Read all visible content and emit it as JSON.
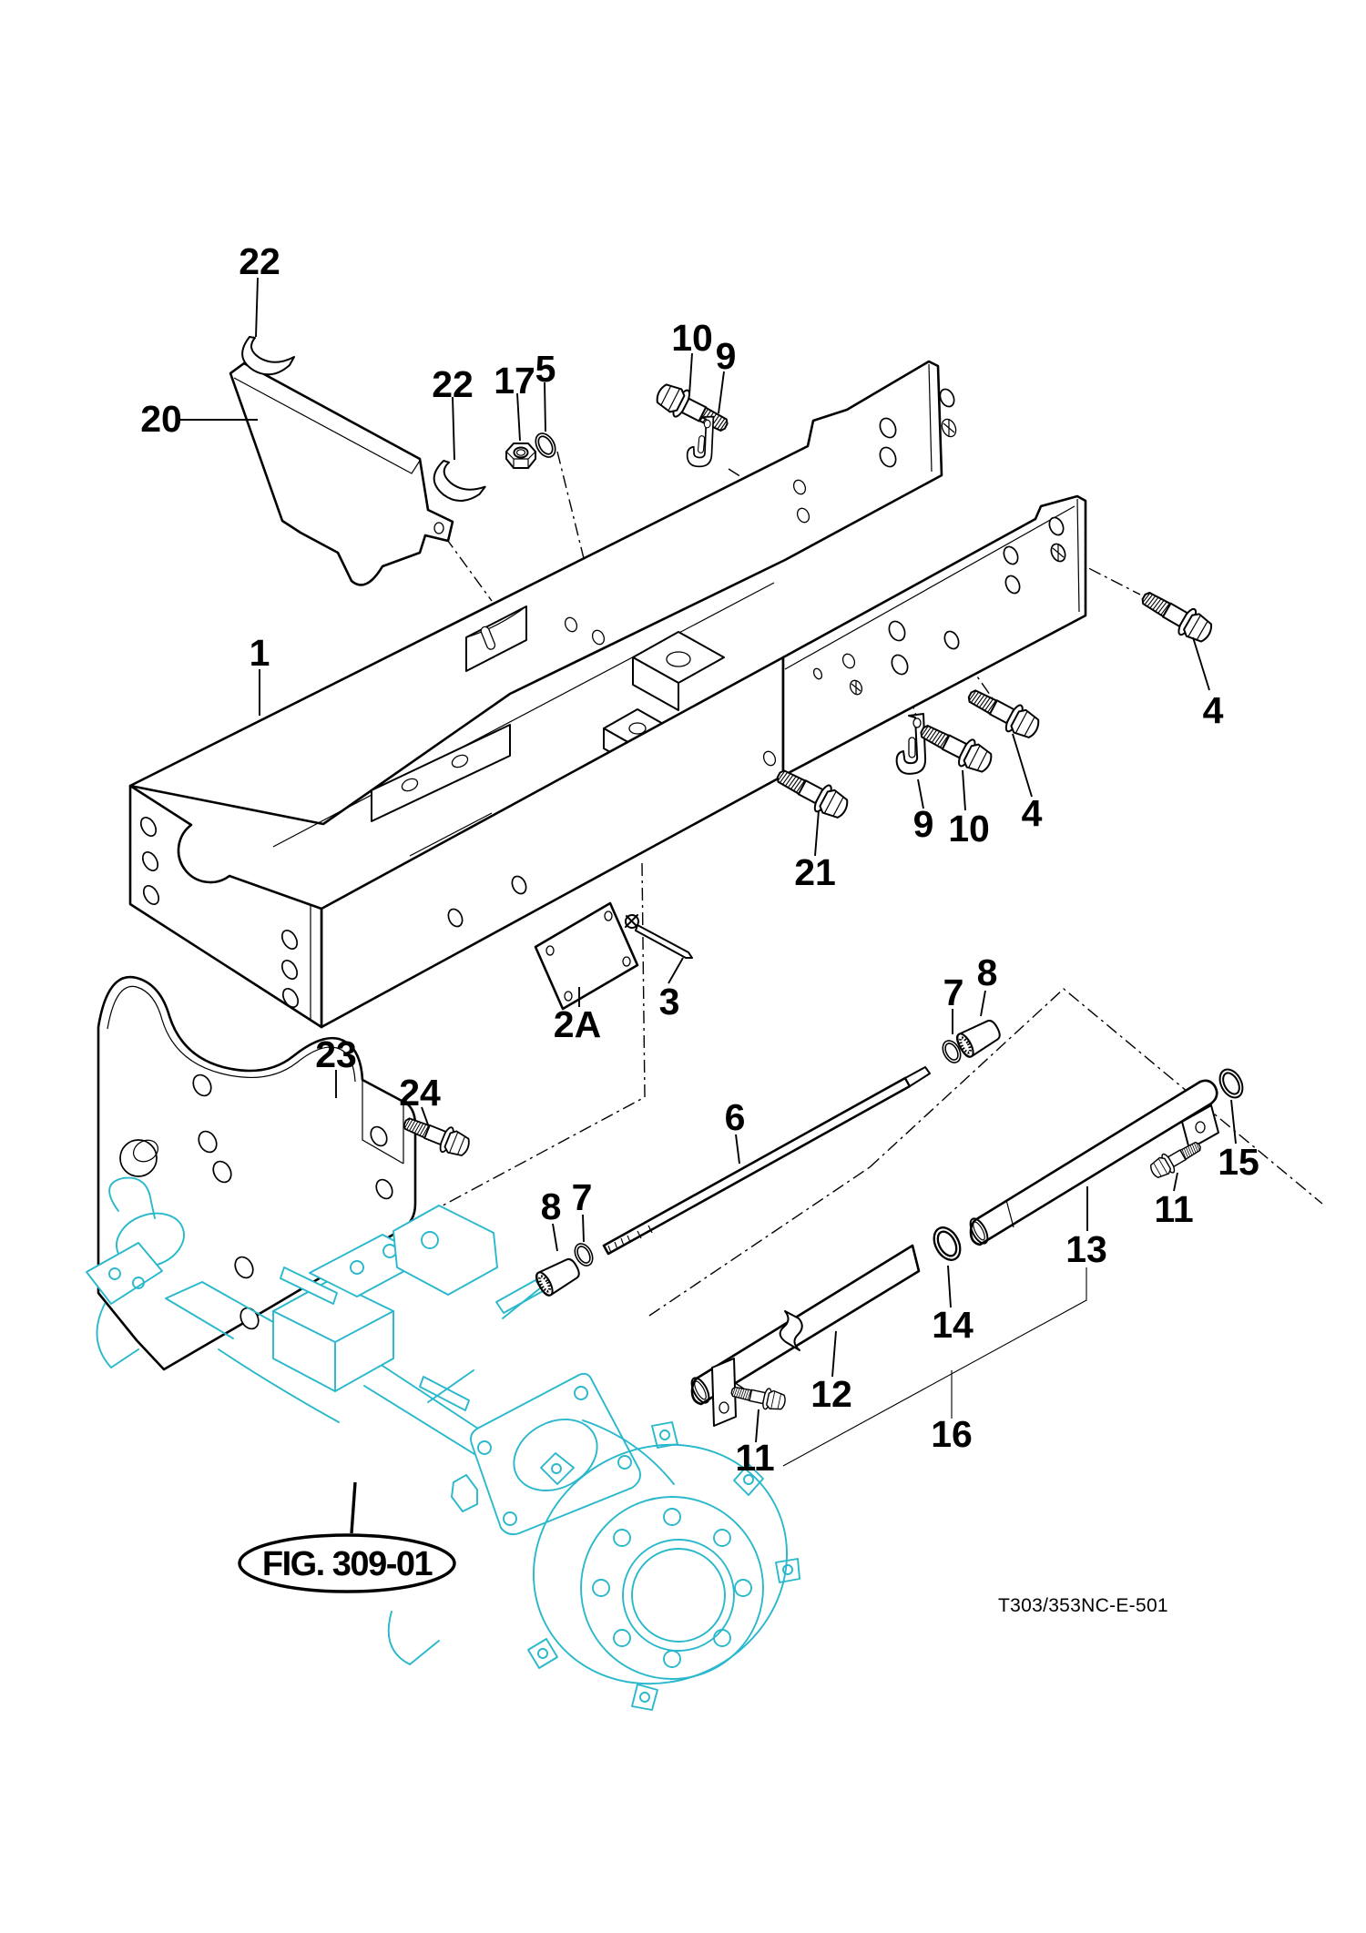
{
  "figure": {
    "figure_ref": "FIG. 309-01",
    "drawing_code": "T303/353NC-E-501"
  },
  "colors": {
    "line": "#000000",
    "axle": "#29b8cc",
    "background": "#ffffff"
  },
  "part_numbers_visible": [
    "1",
    "2A",
    "3",
    "4",
    "5",
    "6",
    "7",
    "8",
    "9",
    "10",
    "11",
    "12",
    "13",
    "14",
    "15",
    "16",
    "17",
    "20",
    "21",
    "22",
    "23",
    "24"
  ],
  "callouts": [
    {
      "part": "22"
    },
    {
      "part": "20"
    },
    {
      "part": "22"
    },
    {
      "part": "17"
    },
    {
      "part": "5"
    },
    {
      "part": "10"
    },
    {
      "part": "9"
    },
    {
      "part": "1"
    },
    {
      "part": "4"
    },
    {
      "part": "21"
    },
    {
      "part": "9"
    },
    {
      "part": "10"
    },
    {
      "part": "4"
    },
    {
      "part": "2A"
    },
    {
      "part": "3"
    },
    {
      "part": "23"
    },
    {
      "part": "24"
    },
    {
      "part": "6"
    },
    {
      "part": "7"
    },
    {
      "part": "8"
    },
    {
      "part": "8"
    },
    {
      "part": "7"
    },
    {
      "part": "15"
    },
    {
      "part": "11"
    },
    {
      "part": "13"
    },
    {
      "part": "14"
    },
    {
      "part": "12"
    },
    {
      "part": "16"
    },
    {
      "part": "11"
    }
  ]
}
